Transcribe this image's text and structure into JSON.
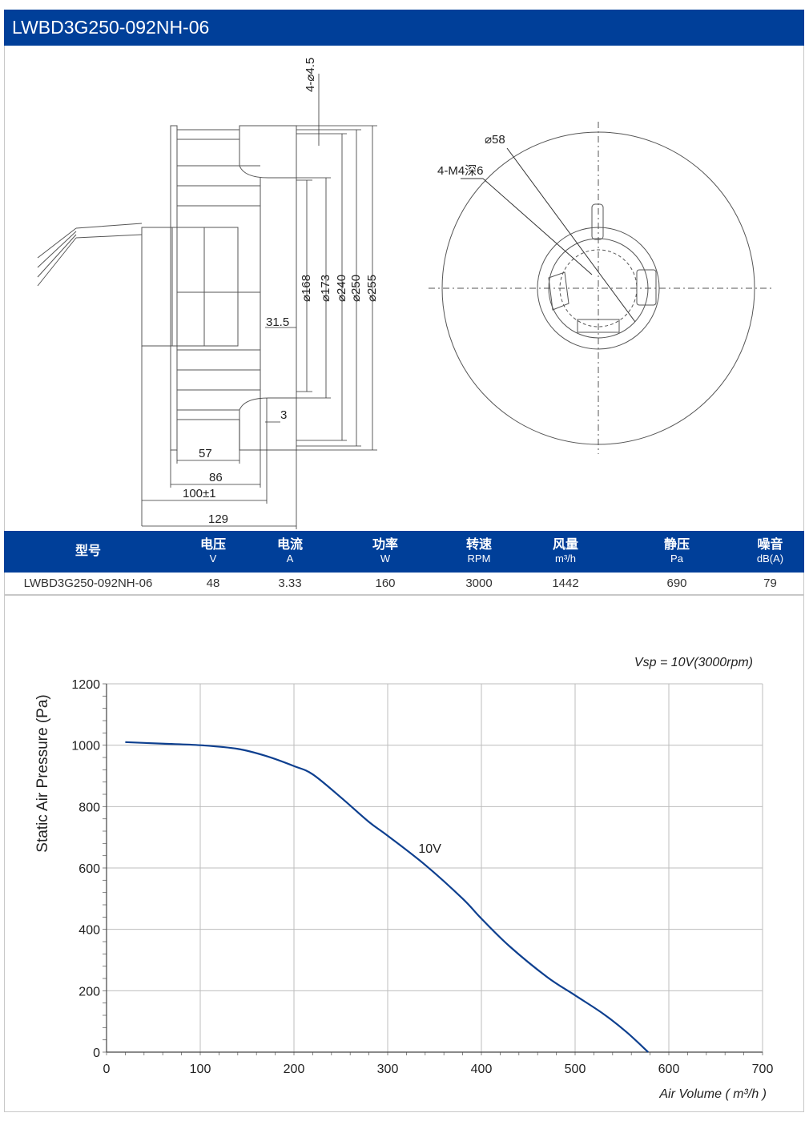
{
  "header": {
    "title": "LWBD3G250-092NH-06"
  },
  "drawing": {
    "side_dims": {
      "holes": "4-⌀4.5",
      "d168": "⌀168",
      "d173": "⌀173",
      "d240": "⌀240",
      "d250": "⌀250",
      "d255": "⌀255",
      "depth31": "31.5",
      "depth3": "3",
      "w57": "57",
      "w86": "86",
      "w100": "100±1",
      "w129": "129"
    },
    "front_dims": {
      "d58": "⌀58",
      "m4": "4-M4深6"
    }
  },
  "specs": {
    "headers": [
      {
        "label": "型号",
        "unit": ""
      },
      {
        "label": "电压",
        "unit": "V"
      },
      {
        "label": "电流",
        "unit": "A"
      },
      {
        "label": "功率",
        "unit": "W"
      },
      {
        "label": "转速",
        "unit": "RPM"
      },
      {
        "label": "风量",
        "unit": "m³/h"
      },
      {
        "label": "静压",
        "unit": "Pa"
      },
      {
        "label": "噪音",
        "unit": "dB(A)"
      }
    ],
    "row": [
      "LWBD3G250-092NH-06",
      "48",
      "3.33",
      "160",
      "3000",
      "1442",
      "690",
      "79"
    ]
  },
  "chart_data": {
    "type": "line",
    "annotation": "Vsp = 10V(3000rpm)",
    "xlabel": "Air Volume ( m³/h )",
    "ylabel": "Static Air Pressure  (Pa)",
    "xlim": [
      0,
      700
    ],
    "ylim": [
      0,
      1200
    ],
    "x_ticks": [
      0,
      100,
      200,
      300,
      400,
      500,
      600,
      700
    ],
    "y_ticks": [
      0,
      200,
      400,
      600,
      800,
      1000,
      1200
    ],
    "grid": true,
    "line_color": "#0d3f8f",
    "series": [
      {
        "name": "10V",
        "x": [
          20,
          60,
          100,
          140,
          170,
          200,
          220,
          250,
          280,
          300,
          340,
          380,
          400,
          430,
          470,
          500,
          530,
          555,
          578
        ],
        "y": [
          1010,
          1005,
          1000,
          988,
          965,
          932,
          905,
          830,
          750,
          705,
          610,
          500,
          435,
          345,
          245,
          185,
          125,
          65,
          0
        ]
      }
    ]
  }
}
